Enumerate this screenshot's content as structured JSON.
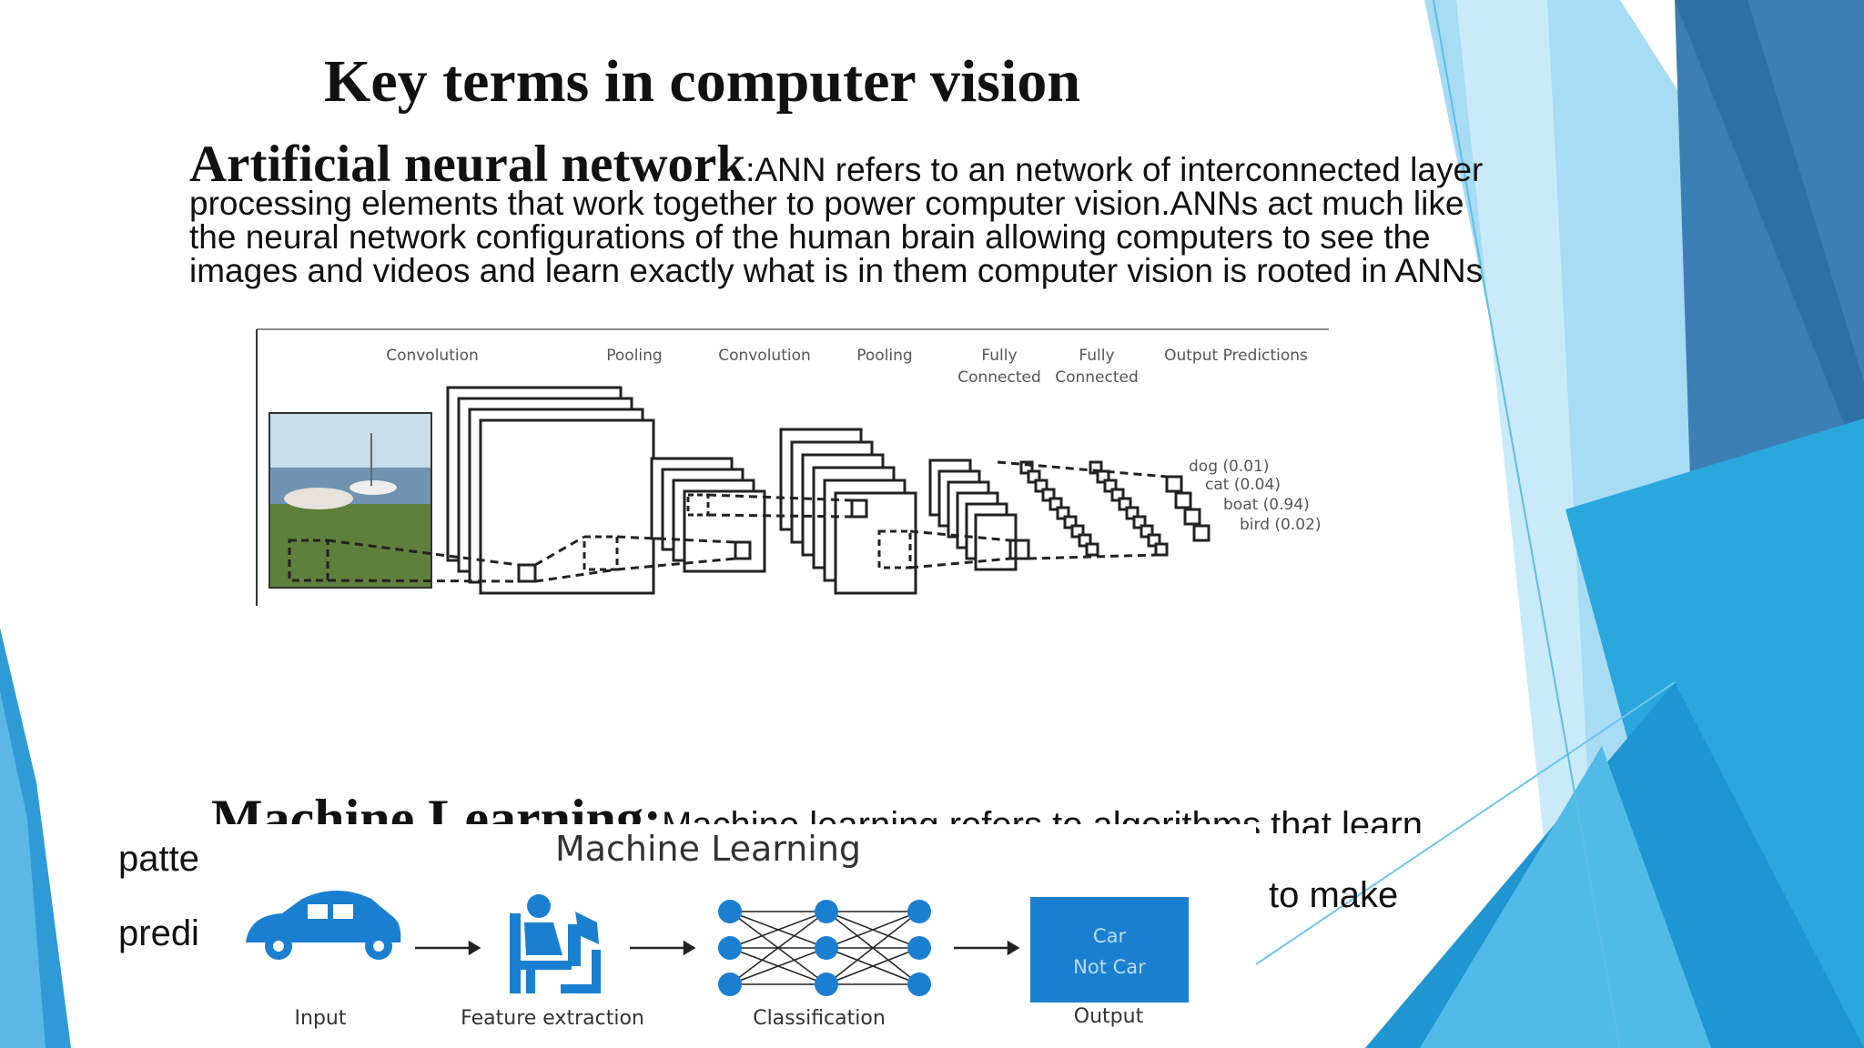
{
  "slide": {
    "title": "Key terms in computer vision",
    "ann": {
      "term": "Artificial neural network",
      "text": ":ANN refers to an network of interconnected layer processing elements that work together to power computer vision.ANNs act much like the neural network configurations of the human brain allowing computers to see the images and videos and learn exactly what is in them computer vision is rooted in ANNs"
    },
    "ml": {
      "term": "Machine Learning:",
      "text": "Machine learning refers to algorithms that learn",
      "frag_left_1": "patte",
      "frag_left_2": "predi",
      "frag_right": "to make"
    }
  },
  "cnn_figure": {
    "stages": [
      "Convolution",
      "Pooling",
      "Convolution",
      "Pooling",
      "Fully",
      "Fully",
      "Output Predictions"
    ],
    "stage_sub": [
      "Connected",
      "Connected"
    ],
    "predictions": [
      "dog (0.01)",
      "cat (0.04)",
      "boat (0.94)",
      "bird (0.02)"
    ]
  },
  "ml_figure": {
    "title": "Machine Learning",
    "steps": [
      "Input",
      "Feature extraction",
      "Classification",
      "Output"
    ],
    "output_box": [
      "Car",
      "Not Car"
    ]
  },
  "colors": {
    "accent_dark": "#2b6da0",
    "accent_light": "#7fd0f0",
    "ml_blue": "#1a7fd0"
  }
}
